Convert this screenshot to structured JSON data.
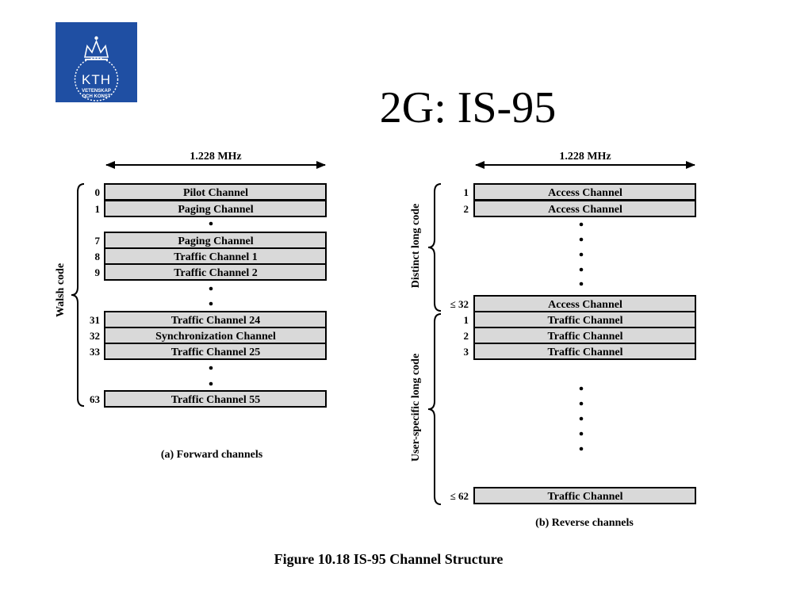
{
  "slide": {
    "title": "2G: IS-95"
  },
  "logo": {
    "main": "KTH",
    "line1": "VETENSKAP",
    "line2": "OCH KONST"
  },
  "forward": {
    "bandwidth": "1.228 MHz",
    "side_label": "Walsh code",
    "rows": [
      {
        "code": "0",
        "label": "Pilot Channel"
      },
      {
        "code": "1",
        "label": "Paging Channel"
      },
      {
        "code": "7",
        "label": "Paging Channel"
      },
      {
        "code": "8",
        "label": "Traffic Channel 1"
      },
      {
        "code": "9",
        "label": "Traffic Channel 2"
      },
      {
        "code": "31",
        "label": "Traffic Channel 24"
      },
      {
        "code": "32",
        "label": "Synchronization Channel"
      },
      {
        "code": "33",
        "label": "Traffic Channel 25"
      },
      {
        "code": "63",
        "label": "Traffic Channel 55"
      }
    ],
    "caption": "(a) Forward channels"
  },
  "reverse": {
    "bandwidth": "1.228 MHz",
    "side_label_top": "Distinct long code",
    "side_label_bottom": "User-specific long code",
    "rows": [
      {
        "code": "1",
        "label": "Access Channel"
      },
      {
        "code": "2",
        "label": "Access Channel"
      },
      {
        "code": "≤ 32",
        "label": "Access Channel"
      },
      {
        "code": "1",
        "label": "Traffic Channel"
      },
      {
        "code": "2",
        "label": "Traffic Channel"
      },
      {
        "code": "3",
        "label": "Traffic Channel"
      },
      {
        "code": "≤ 62",
        "label": "Traffic Channel"
      }
    ],
    "caption": "(b) Reverse channels"
  },
  "figure_caption": "Figure 10.18  IS-95 Channel Structure",
  "colors": {
    "box_fill": "#d9d9d9",
    "logo_bg": "#1f4fa3"
  }
}
